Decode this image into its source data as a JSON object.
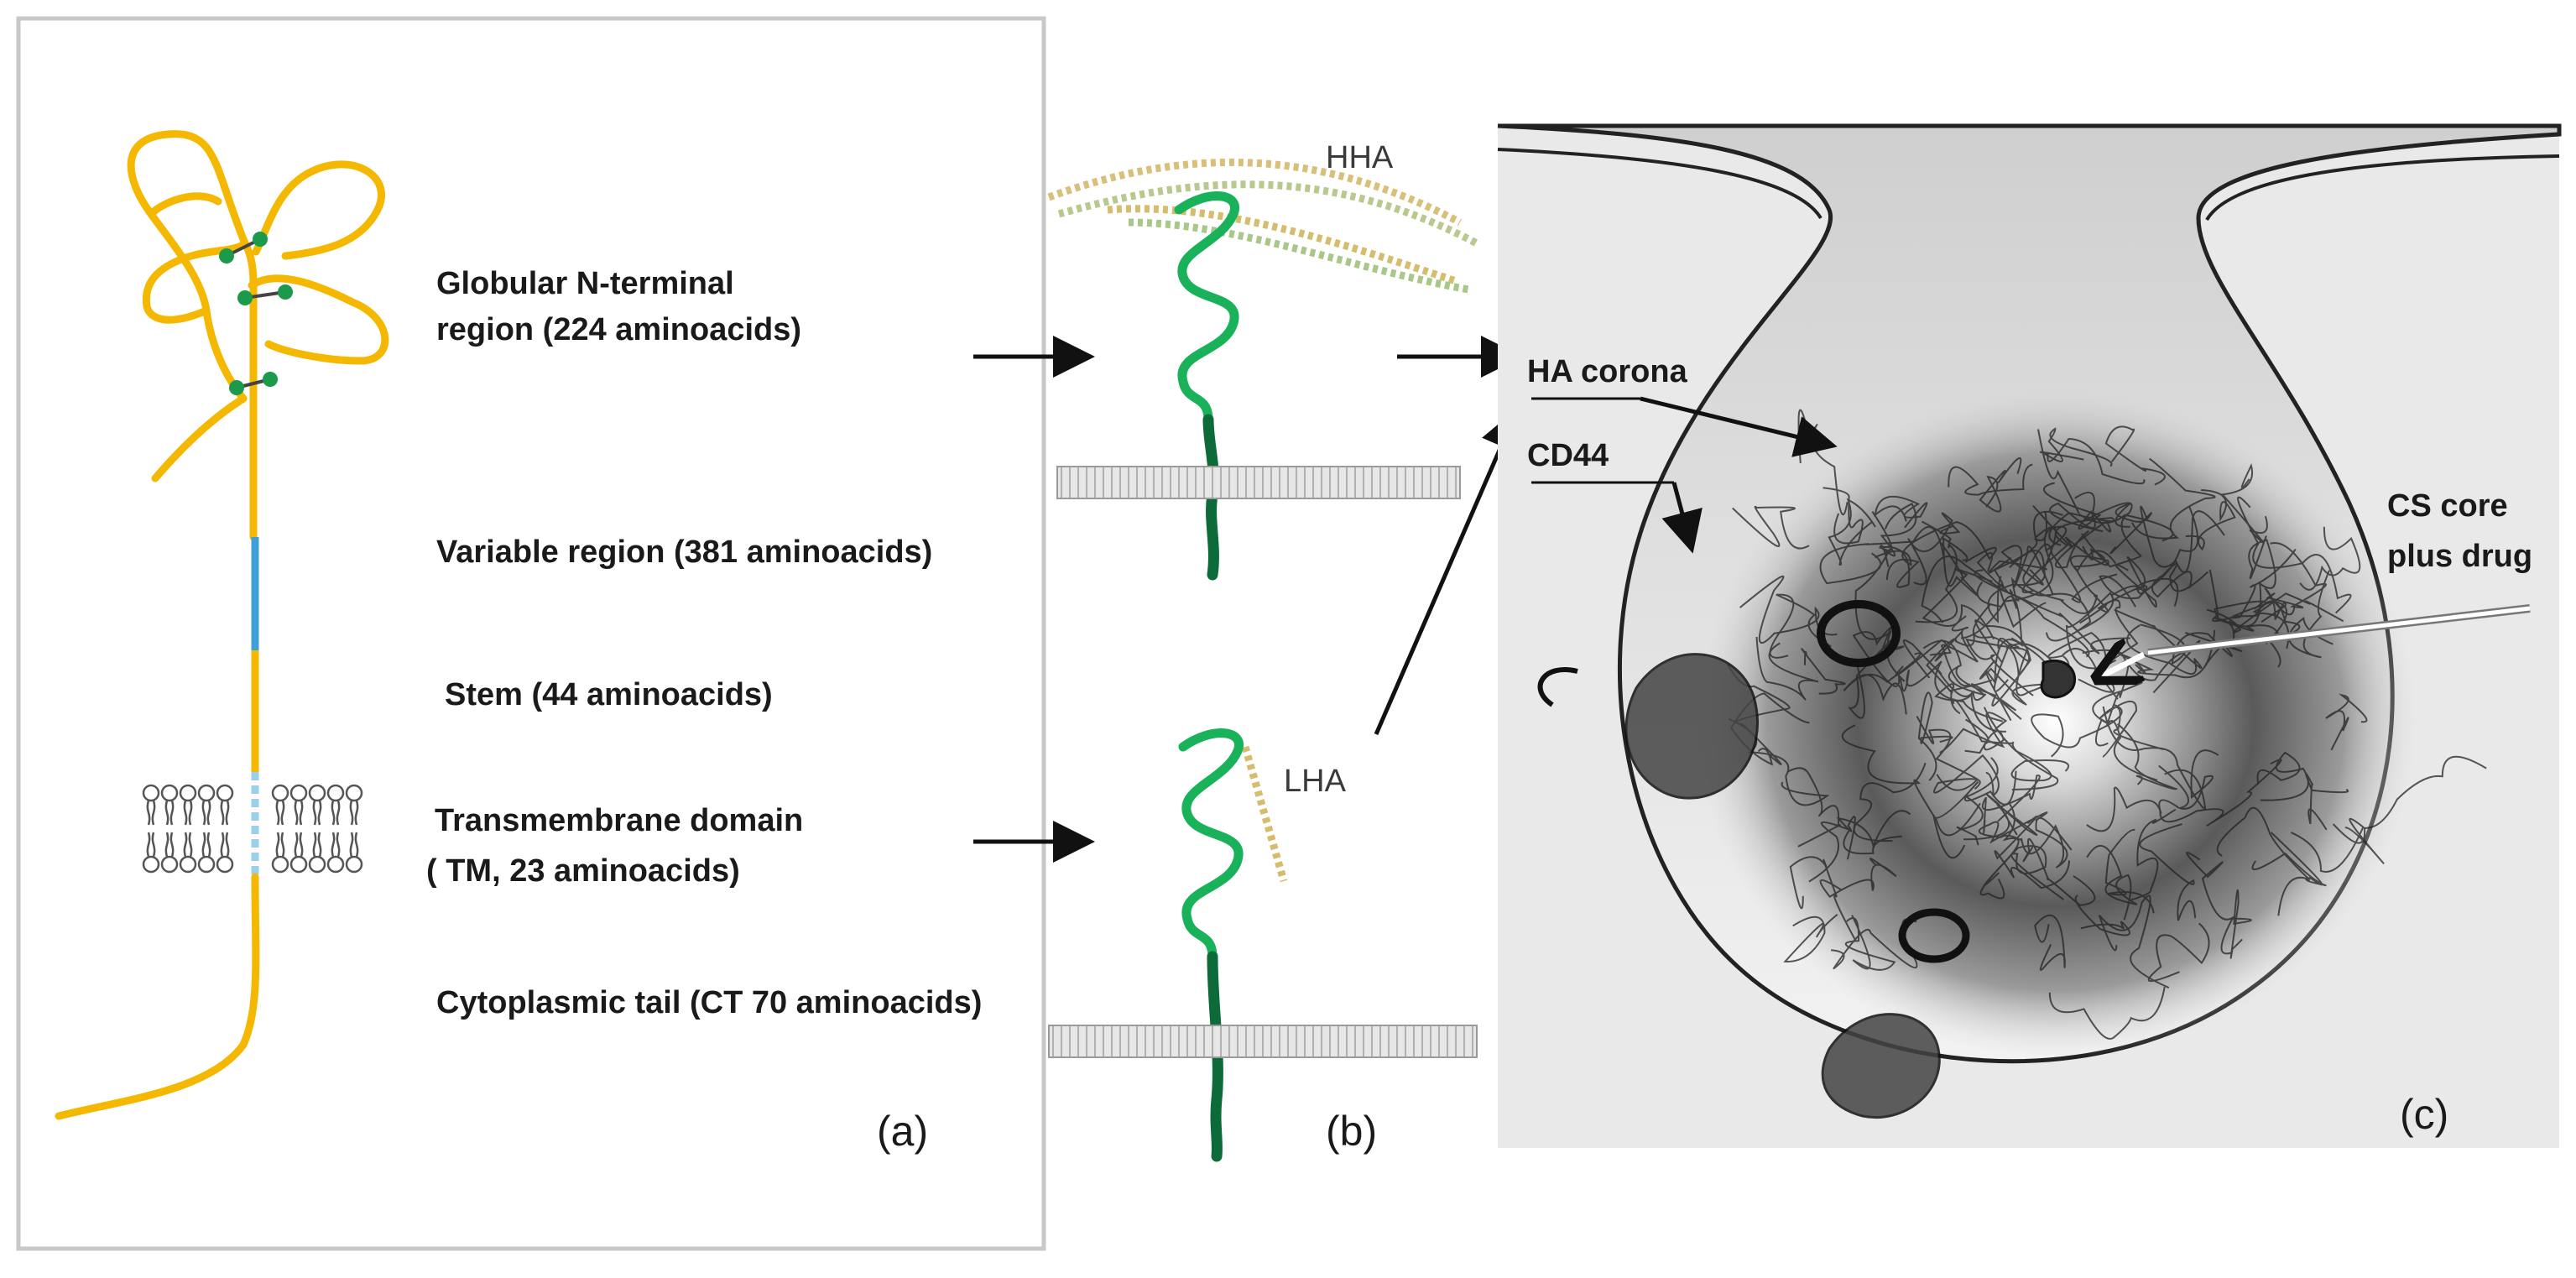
{
  "panel_a": {
    "letter": "(a)",
    "labels": {
      "globular_line1": "Globular N-terminal",
      "globular_line2": "region (224 aminoacids)",
      "variable": "Variable region (381 aminoacids)",
      "stem": "Stem (44 aminoacids)",
      "tm_line1": "Transmembrane domain",
      "tm_line2": "( TM, 23 aminoacids)",
      "cytoplasmic": "Cytoplasmic tail (CT 70 aminoacids)"
    }
  },
  "panel_b": {
    "letter": "(b)",
    "hha": "HHA",
    "lha": "LHA"
  },
  "panel_c": {
    "letter": "(c)",
    "ha_corona": "HA corona",
    "cd44": "CD44",
    "cs_core_line1": "CS core",
    "cs_core_line2": "plus drug"
  },
  "colors": {
    "protein_yellow": "#f5b800",
    "variable_blue": "#3fa0d8",
    "disulfide_green": "#1a9a4a",
    "cd44_green_light": "#19b25a",
    "cd44_green_dark": "#0d6b3a",
    "membrane_gray": "#b5b5b5"
  }
}
